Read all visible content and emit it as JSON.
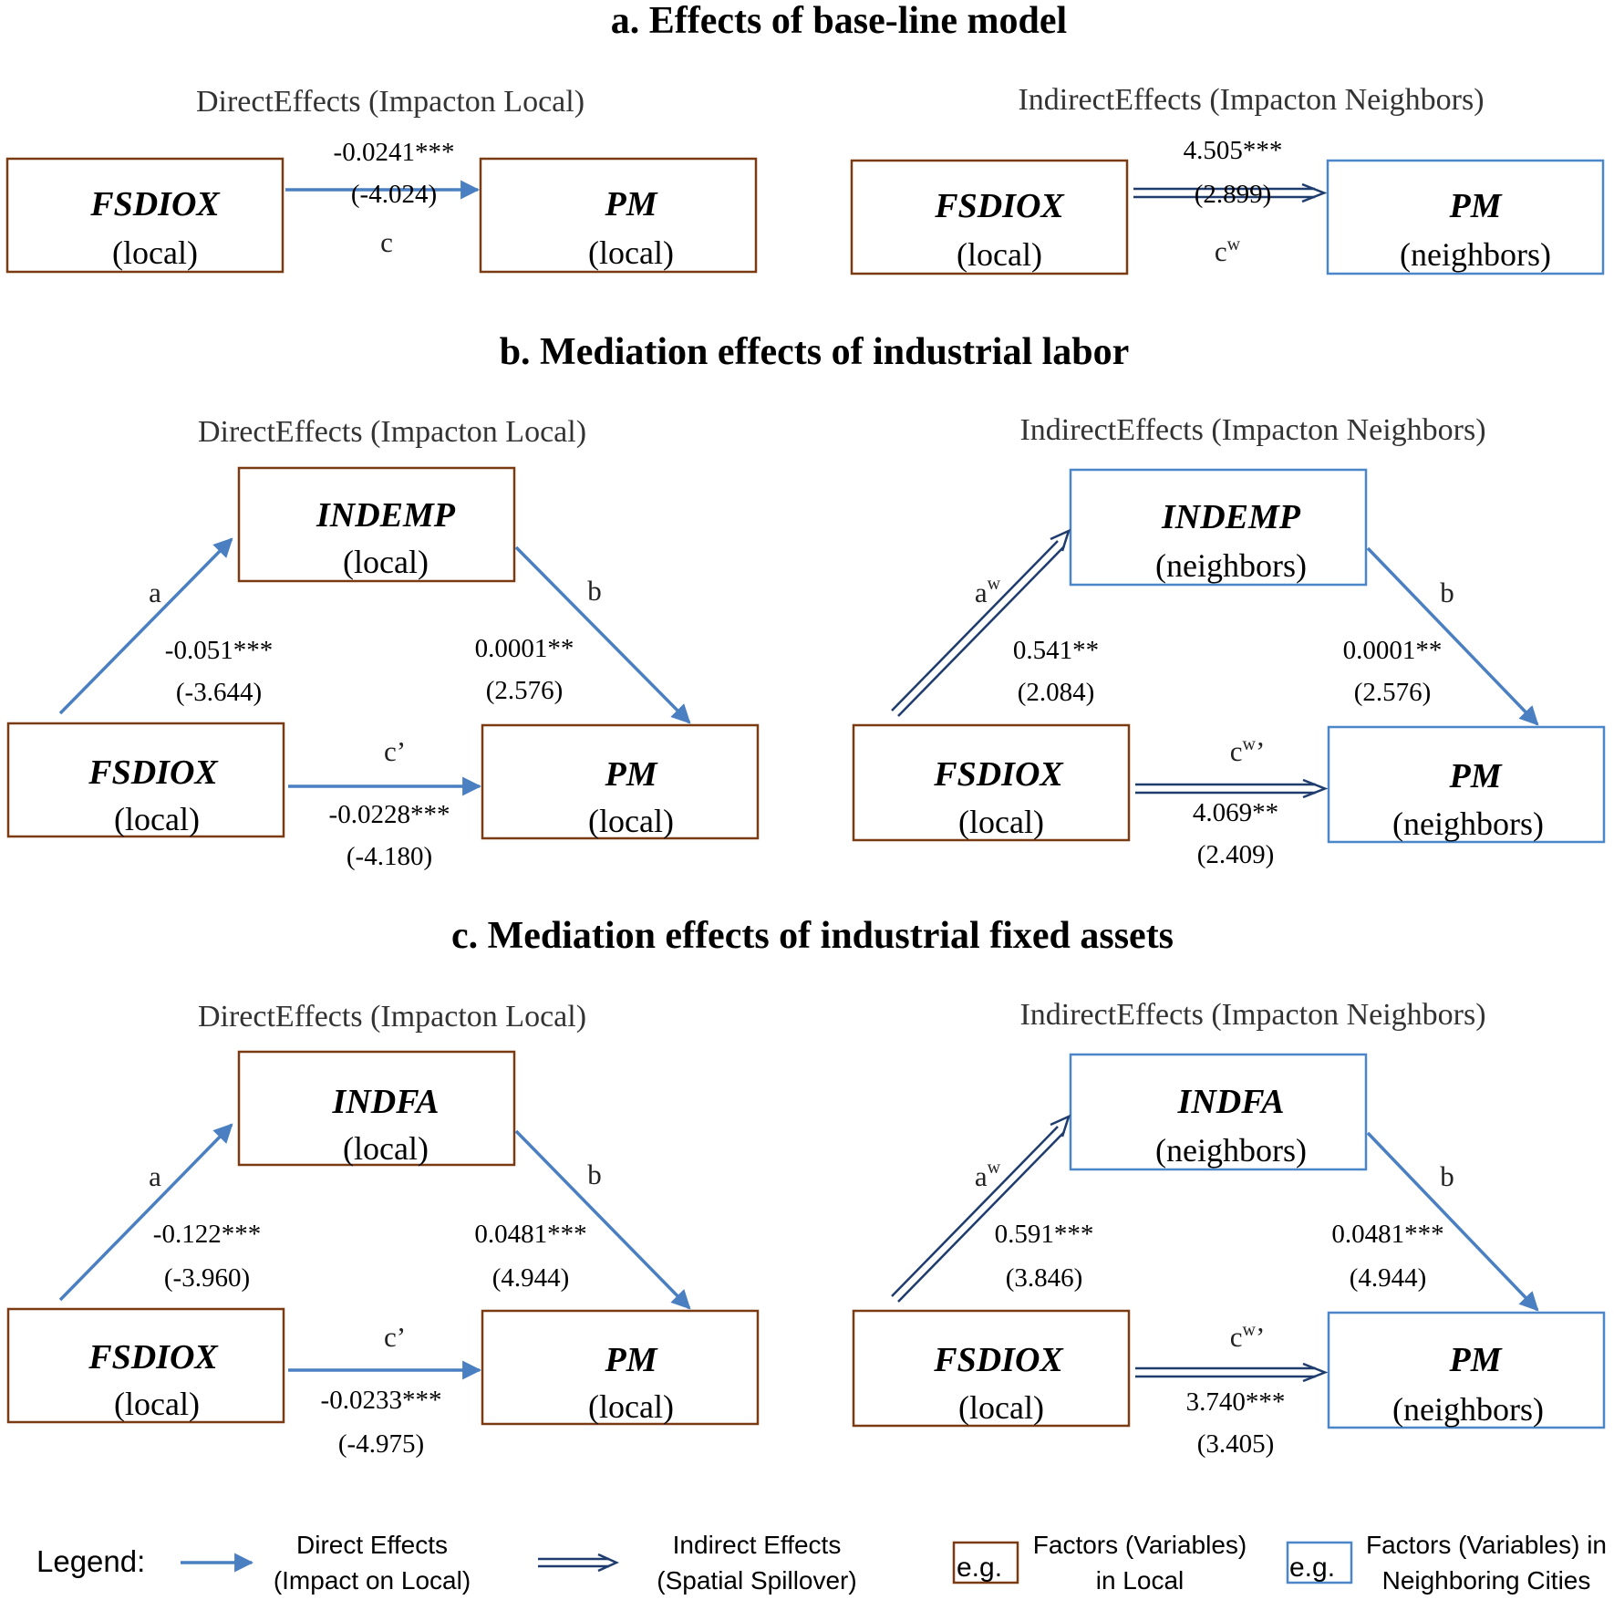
{
  "panels": {
    "a": {
      "title": "a. Effects of base-line model",
      "direct_sub": "DirectEffects (Impacton Local)",
      "indirect_sub": "IndirectEffects (Impacton Neighbors)",
      "direct": {
        "x_var": "FSDIOX",
        "x_scope": "(local)",
        "y_var": "PM",
        "y_scope": "(local)",
        "c_coef": "-0.0241***",
        "c_t": "(-4.024)",
        "c_label": "c"
      },
      "indirect": {
        "x_var": "FSDIOX",
        "x_scope": "(local)",
        "y_var": "PM",
        "y_scope": "(neighbors)",
        "c_coef": "4.505***",
        "c_t": "(2.899)",
        "c_label": "c",
        "c_sup": "w"
      }
    },
    "b": {
      "title": "b. Mediation effects of  industrial labor",
      "direct_sub": "DirectEffects (Impacton Local)",
      "indirect_sub": "IndirectEffects (Impacton Neighbors)",
      "direct": {
        "m_var": "INDEMP",
        "m_scope": "(local)",
        "x_var": "FSDIOX",
        "x_scope": "(local)",
        "y_var": "PM",
        "y_scope": "(local)",
        "a_label": "a",
        "a_coef": "-0.051***",
        "a_t": "(-3.644)",
        "b_label": "b",
        "b_coef": "0.0001**",
        "b_t": "(2.576)",
        "c_label": "c’",
        "c_coef": "-0.0228***",
        "c_t": "(-4.180)"
      },
      "indirect": {
        "m_var": "INDEMP",
        "m_scope": "(neighbors)",
        "x_var": "FSDIOX",
        "x_scope": "(local)",
        "y_var": "PM",
        "y_scope": "(neighbors)",
        "a_label": "a",
        "a_sup": "w",
        "a_coef": "0.541**",
        "a_t": "(2.084)",
        "b_label": "b",
        "b_coef": "0.0001**",
        "b_t": "(2.576)",
        "c_label": "c",
        "c_sup": "w",
        "c_prime": "’",
        "c_coef": "4.069**",
        "c_t": "(2.409)"
      }
    },
    "c": {
      "title": "c. Mediation effects of  industrial fixed assets",
      "direct_sub": "DirectEffects (Impacton Local)",
      "indirect_sub": "IndirectEffects (Impacton Neighbors)",
      "direct": {
        "m_var": "INDFA",
        "m_scope": "(local)",
        "x_var": "FSDIOX",
        "x_scope": "(local)",
        "y_var": "PM",
        "y_scope": "(local)",
        "a_label": "a",
        "a_coef": "-0.122***",
        "a_t": "(-3.960)",
        "b_label": "b",
        "b_coef": "0.0481***",
        "b_t": "(4.944)",
        "c_label": "c’",
        "c_coef": "-0.0233***",
        "c_t": "(-4.975)"
      },
      "indirect": {
        "m_var": "INDFA",
        "m_scope": "(neighbors)",
        "x_var": "FSDIOX",
        "x_scope": "(local)",
        "y_var": "PM",
        "y_scope": "(neighbors)",
        "a_label": "a",
        "a_sup": "w",
        "a_coef": "0.591***",
        "a_t": "(3.846)",
        "b_label": "b",
        "b_coef": "0.0481***",
        "b_t": "(4.944)",
        "c_label": "c",
        "c_sup": "w",
        "c_prime": "’",
        "c_coef": "3.740***",
        "c_t": "(3.405)"
      }
    }
  },
  "legend": {
    "title": "Legend:",
    "direct_line1": "Direct Effects",
    "direct_line2": "(Impact on Local)",
    "indirect_line1": "Indirect Effects",
    "indirect_line2": "(Spatial Spillover)",
    "eg": "e.g.",
    "local_line1": "Factors (Variables)",
    "local_line2": "in Local",
    "neighbor_line1": "Factors (Variables) in",
    "neighbor_line2": "Neighboring Cities"
  },
  "colors": {
    "local_box": "#7a3a12",
    "neighbor_box": "#4a86c8",
    "direct_arrow": "#4a7fc1",
    "indirect_arrow": "#1f3c6e"
  }
}
